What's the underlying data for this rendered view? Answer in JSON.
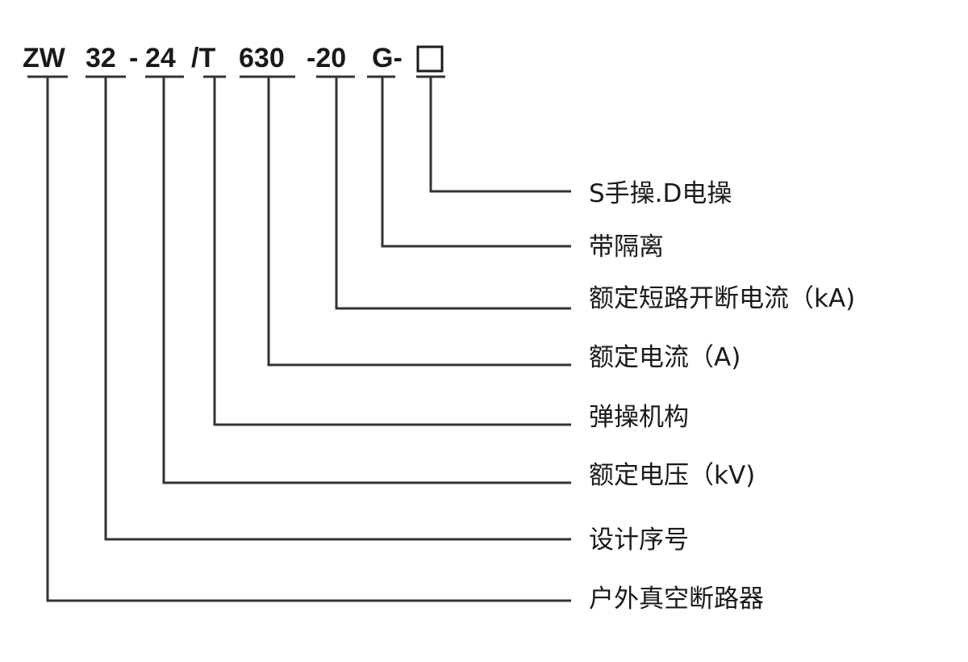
{
  "diagram": {
    "segments": [
      {
        "code": "ZW",
        "description": "户外真空断路器"
      },
      {
        "code": "32",
        "description": "设计序号"
      },
      {
        "code": "-",
        "description": null
      },
      {
        "code": "24",
        "description": "额定电压（kV)"
      },
      {
        "code": "/T",
        "description": "弹操机构"
      },
      {
        "code": "630",
        "description": "额定电流（A)"
      },
      {
        "code": "-20",
        "description": "额定短路开断电流（kA)"
      },
      {
        "code": "G-",
        "description": "带隔离"
      },
      {
        "code": "",
        "description": "S手操.D电操",
        "box": true
      }
    ]
  }
}
